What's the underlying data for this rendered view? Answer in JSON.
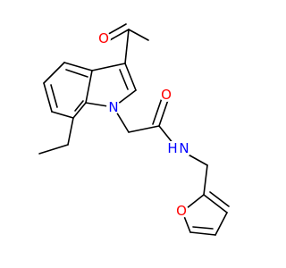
{
  "molecule": {
    "atoms": [
      {
        "id": "O_acetyl",
        "symbol": "O",
        "color": "#ff0000"
      },
      {
        "id": "N_indole",
        "symbol": "N",
        "color": "#0000ff"
      },
      {
        "id": "O_amide",
        "symbol": "O",
        "color": "#ff0000"
      },
      {
        "id": "N_amide",
        "symbol": "N",
        "color": "#0000ff"
      },
      {
        "id": "H_amide",
        "symbol": "H",
        "color": "#0000ff"
      },
      {
        "id": "O_furan",
        "symbol": "O",
        "color": "#ff0000"
      }
    ],
    "bond_color": "#000000"
  }
}
